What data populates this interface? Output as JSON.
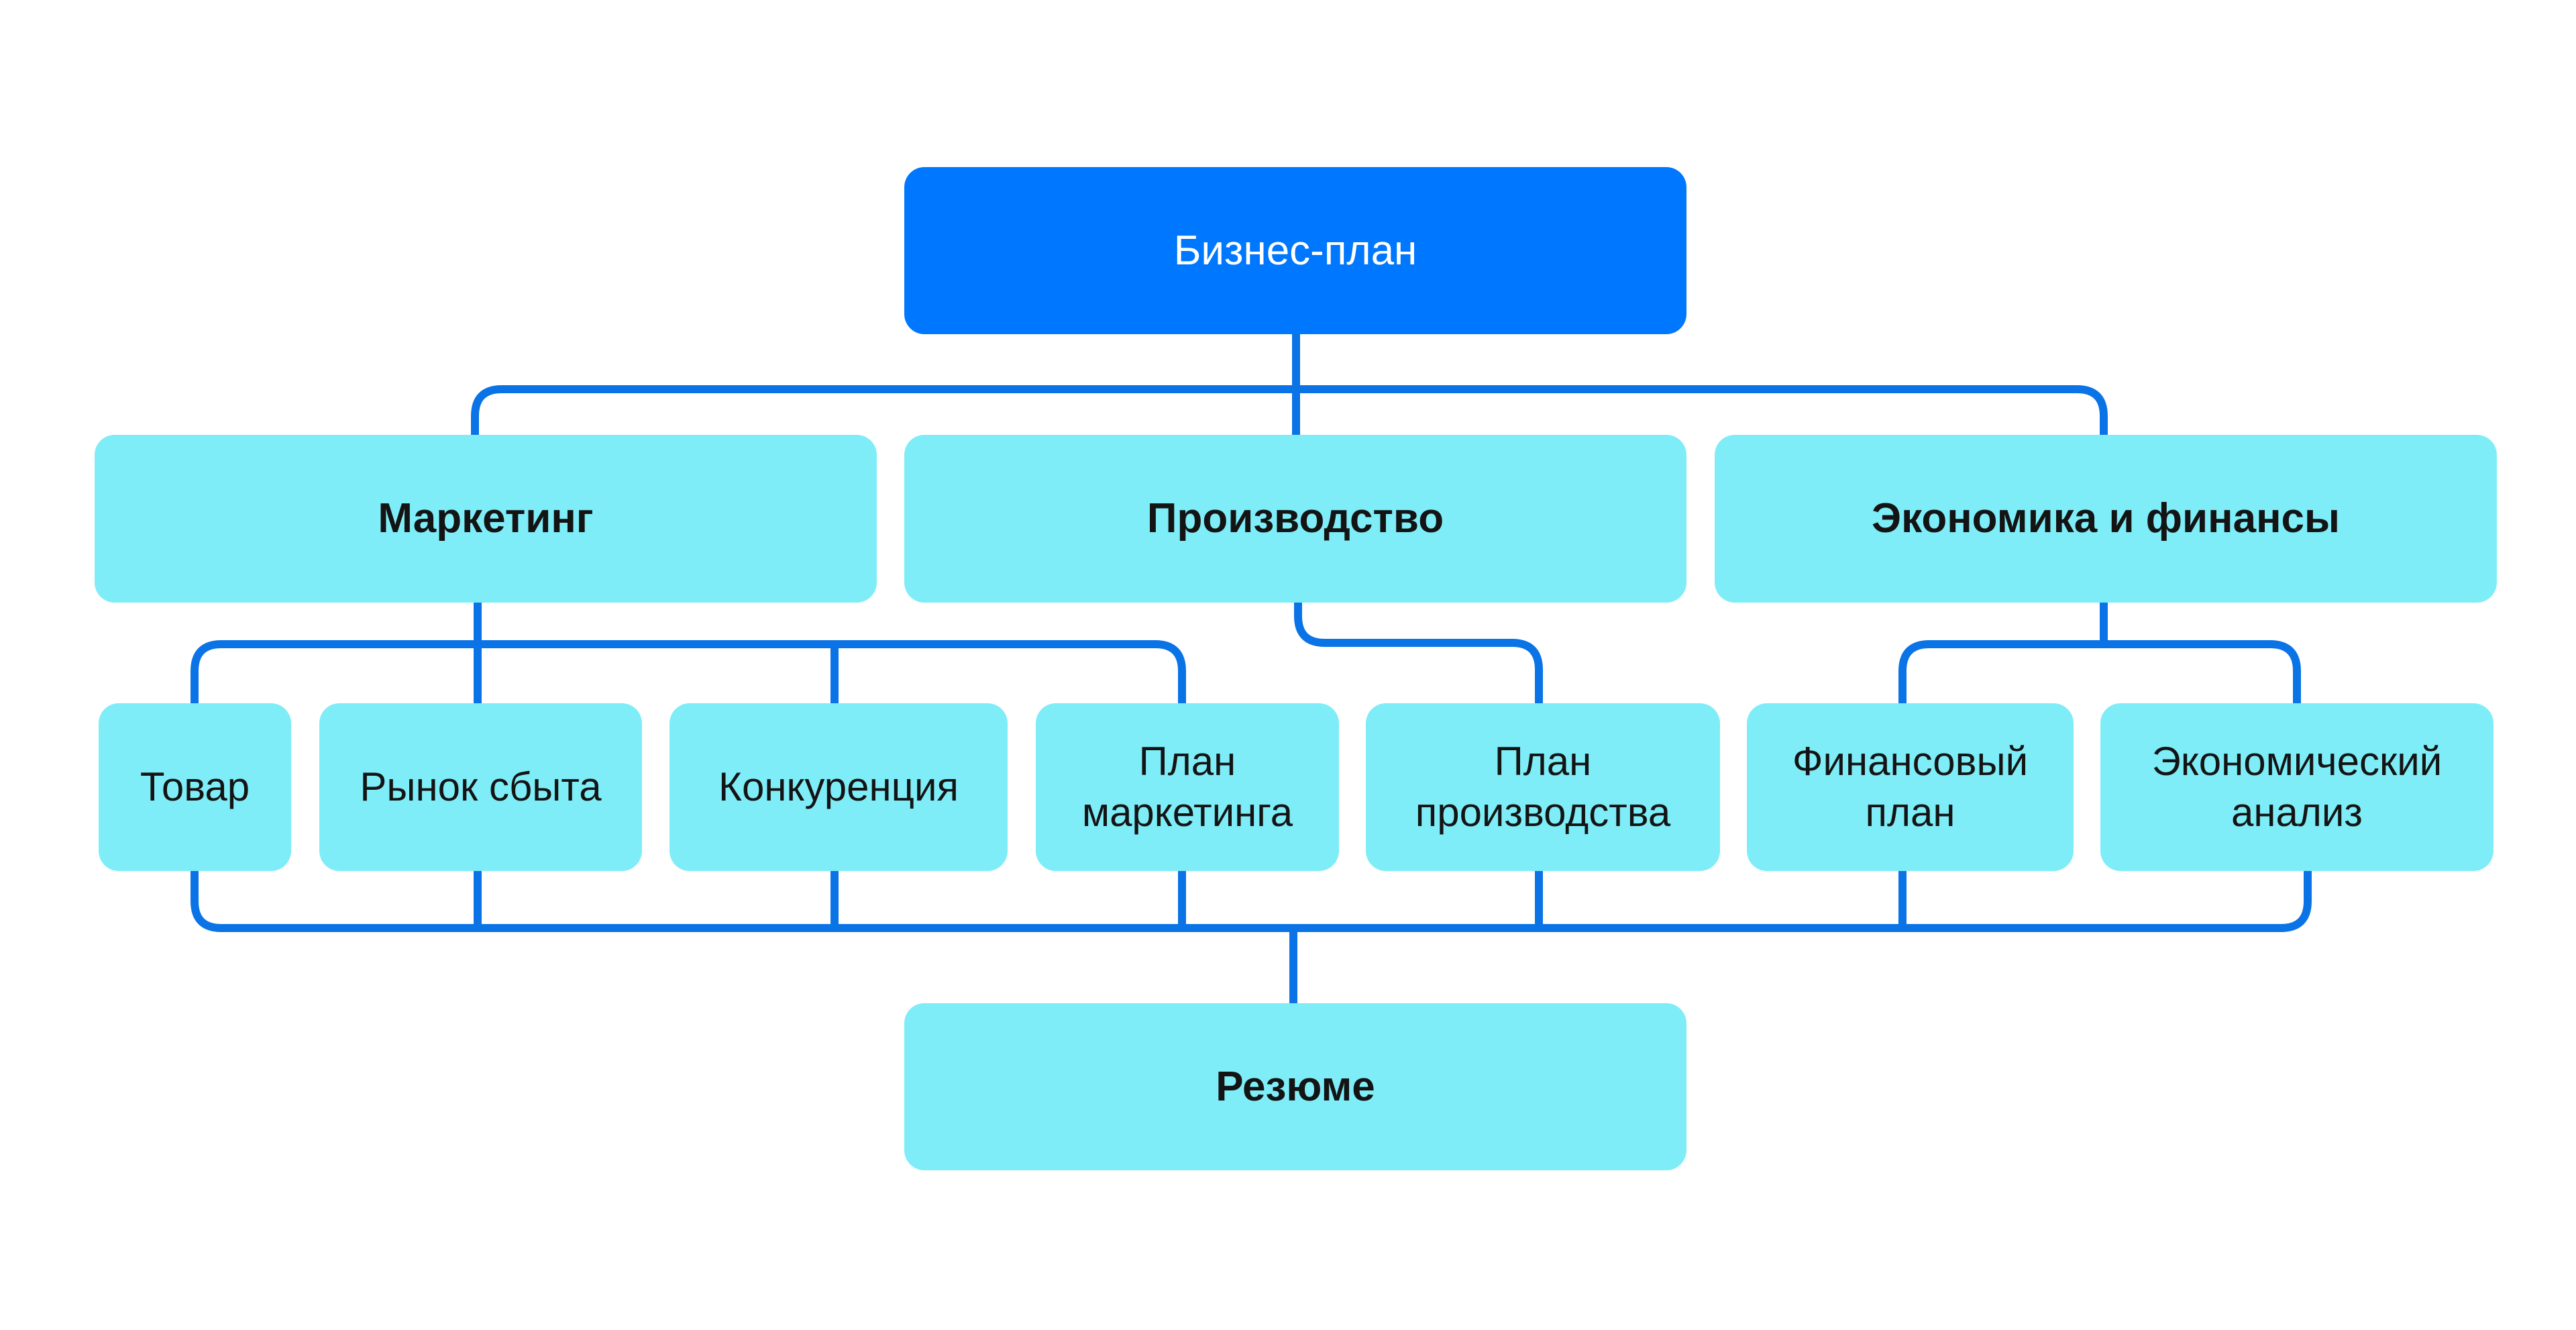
{
  "diagram": {
    "root": "Бизнес-план",
    "sections": {
      "marketing": "Маркетинг",
      "production": "Производство",
      "economics": "Экономика и финансы"
    },
    "items": {
      "product": "Товар",
      "market": "Рынок сбыта",
      "competition": "Конкуренция",
      "marketing_plan": "План\nмаркетинга",
      "production_plan": "План\nпроизводства",
      "financial_plan": "Финансовый\nплан",
      "economic_analysis": "Экономический\nанализ"
    },
    "summary": "Резюме"
  },
  "colors": {
    "root_fill": "#0077ff",
    "node_fill": "#7eedf8",
    "connector": "#0a74e6",
    "root_text": "#ffffff",
    "node_text": "#141414"
  }
}
